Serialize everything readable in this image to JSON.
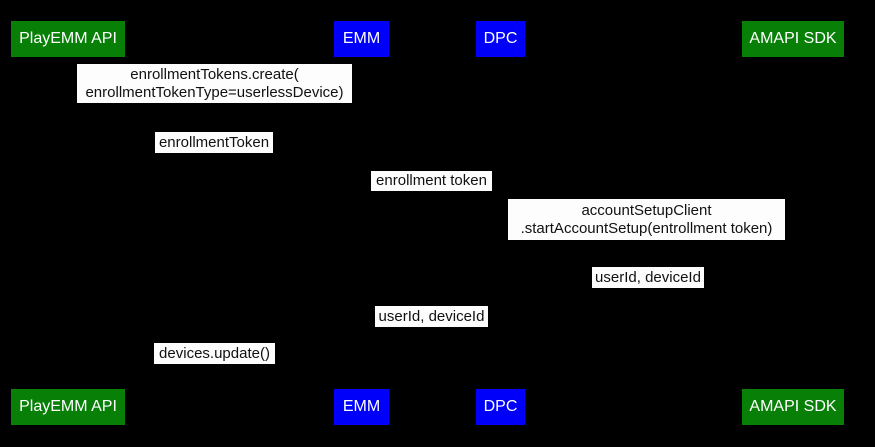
{
  "diagram": {
    "type": "sequence",
    "colors": {
      "background": "#000000",
      "actor_green": "#088008",
      "actor_blue": "#0000fa",
      "actor_text": "#ffffff",
      "message_bg": "#fdfdfd",
      "message_text": "#111111"
    },
    "actors": [
      {
        "id": "playemm",
        "label": "PlayEMM API",
        "color": "green"
      },
      {
        "id": "emm",
        "label": "EMM",
        "color": "blue"
      },
      {
        "id": "dpc",
        "label": "DPC",
        "color": "blue"
      },
      {
        "id": "amapi",
        "label": "AMAPI SDK",
        "color": "green"
      }
    ],
    "messages": [
      {
        "from": "EMM",
        "to": "PlayEMM API",
        "line1": "enrollmentTokens.create(",
        "line2": "enrollmentTokenType=userlessDevice)"
      },
      {
        "from": "PlayEMM API",
        "to": "EMM",
        "line1": "enrollmentToken"
      },
      {
        "from": "EMM",
        "to": "DPC",
        "line1": "enrollment token"
      },
      {
        "from": "DPC",
        "to": "AMAPI SDK",
        "line1": "accountSetupClient",
        "line2": ".startAccountSetup(entrollment token)"
      },
      {
        "from": "AMAPI SDK",
        "to": "DPC",
        "line1": "userId, deviceId"
      },
      {
        "from": "DPC",
        "to": "EMM",
        "line1": "userId, deviceId"
      },
      {
        "from": "EMM",
        "to": "PlayEMM API",
        "line1": "devices.update()"
      }
    ]
  }
}
